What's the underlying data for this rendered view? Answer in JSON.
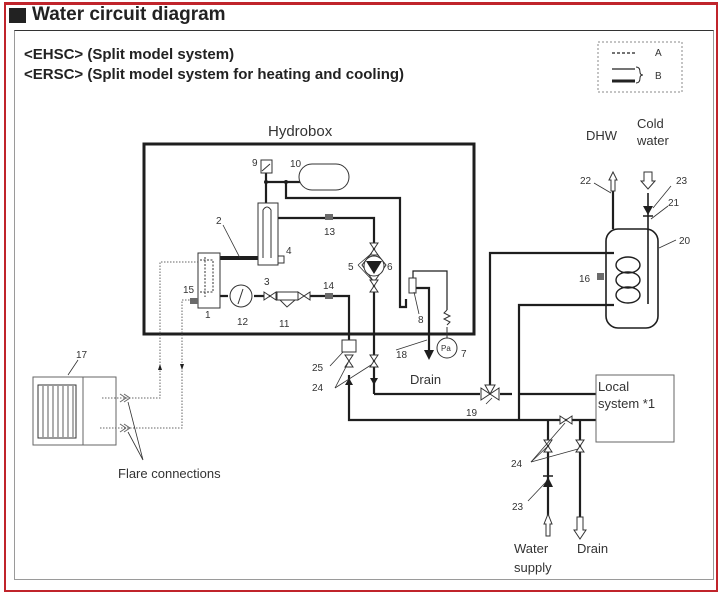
{
  "title": "Water circuit diagram",
  "subtitles": [
    "<EHSC> (Split model system)",
    "<ERSC> (Split model system for heating and cooling)"
  ],
  "legend": {
    "a_label": "A",
    "b_label": "B"
  },
  "hydrobox_label": "Hydrobox",
  "component_numbers": {
    "n1": "1",
    "n2": "2",
    "n3": "3",
    "n4": "4",
    "n5": "5",
    "n6": "6",
    "n7": "7",
    "n8": "8",
    "n9": "9",
    "n10": "10",
    "n11": "11",
    "n12": "12",
    "n13": "13",
    "n14": "14",
    "n15": "15",
    "n16": "16",
    "n17": "17",
    "n18": "18",
    "n19": "19",
    "n20": "20",
    "n21": "21",
    "n22": "22",
    "n23": "23",
    "n24": "24",
    "n25": "25"
  },
  "labels": {
    "dhw": "DHW",
    "cold_water_1": "Cold",
    "cold_water_2": "water",
    "drain_hydrobox": "Drain",
    "local_system_1": "Local",
    "local_system_2": "system *1",
    "flare_connections": "Flare connections",
    "water_supply_1": "Water",
    "water_supply_2": "supply",
    "drain_bottom": "Drain",
    "pressure_gauge": "Pa"
  },
  "colors": {
    "frame_red": "#c0242b",
    "line_dark": "#1e1e1e",
    "sensor_grey": "#6b6b6b"
  }
}
